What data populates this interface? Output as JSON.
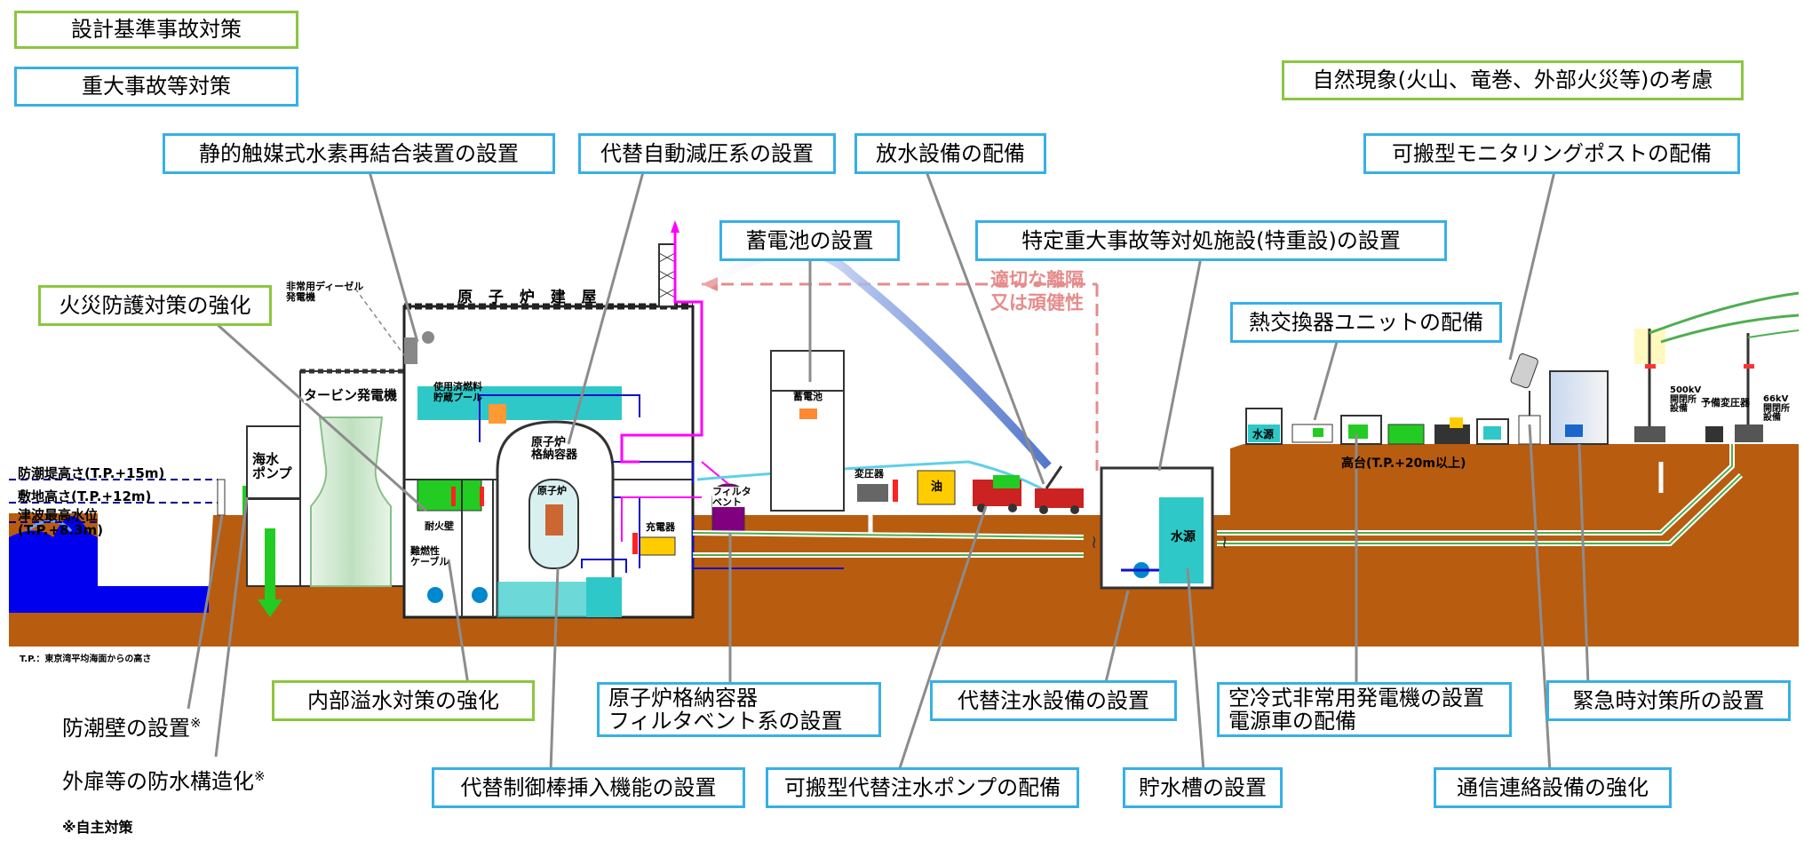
{
  "legend": {
    "design_basis": "設計基準事故対策",
    "severe_accident": "重大事故等対策"
  },
  "natural_phenomena": "自然現象(火山、竜巻、外部火災等)の考慮",
  "callouts": {
    "hydrogen_recombiner": "静的触媒式水素再結合装置の設置",
    "alt_depressurization": "代替自動減圧系の設置",
    "water_discharge": "放水設備の配備",
    "portable_monitoring": "可搬型モニタリングポストの配備",
    "battery": "蓄電池の設置",
    "specific_facility": "特定重大事故等対処施設(特重設)の設置",
    "fire_protection": "火災防護対策の強化",
    "heat_exchanger": "熱交換器ユニットの配備",
    "internal_flood": "内部溢水対策の強化",
    "containment_filter_line1": "原子炉格納容器",
    "containment_filter_line2": "フィルタベント系の設置",
    "alt_water_injection": "代替注水設備の設置",
    "air_cooled_gen_line1": "空冷式非常用発電機の設置",
    "air_cooled_gen_line2": "電源車の配備",
    "emergency_office": "緊急時対策所の設置",
    "alt_control_rod": "代替制御棒挿入機能の設置",
    "portable_pump": "可搬型代替注水ポンプの配備",
    "water_tank": "貯水槽の設置",
    "communication": "通信連絡設備の強化"
  },
  "voluntary": {
    "seawall": "防潮壁の設置",
    "seawall_mark": "※",
    "door_waterproof": "外扉等の防水構造化",
    "door_mark": "※",
    "note": "※自主対策"
  },
  "separation": {
    "line1": "適切な離隔",
    "line2": "又は頑健性"
  },
  "diagram": {
    "reactor_building": "原 子 炉 建 屋",
    "turbine_building": "タービン発電機",
    "seawater_pump_line1": "海水",
    "seawater_pump_line2": "ポンプ",
    "diesel_line1": "非常用ディーゼル",
    "diesel_line2": "発電機",
    "spent_fuel_line1": "使用済燃料",
    "spent_fuel_line2": "貯蔵プール",
    "vessel_line1": "原子炉",
    "vessel_line2": "格納容器",
    "reactor_core": "原子炉",
    "fire_wall": "耐火壁",
    "cable_line1": "難燃性",
    "cable_line2": "ケーブル",
    "filter_vent_line1": "フィルタ",
    "filter_vent_line2": "ベント",
    "battery_room": "蓄電池",
    "charger_small": "充電器",
    "transformer": "変圧器",
    "oil_tank": "油",
    "water_source": "水源",
    "tank_water": "水源",
    "hill": "高台(T.P.+20m以上)",
    "kv500_line1": "500kV",
    "kv500_line2": "開閉所",
    "kv500_line3": "設備",
    "kv66_line1": "66kV",
    "kv66_line2": "開閉所",
    "kv66_line3": "設備",
    "backup_transformer": "予備変圧器",
    "tp_note": "T.P.：東京湾平均海面からの高さ"
  },
  "levels": {
    "seawall_height": "防潮堤高さ(T.P.+15m)",
    "site_height": "敷地高さ(T.P.+12m)",
    "tsunami_height_line1": "津波最高水位",
    "tsunami_height_line2": "(T.P.+8.3m)"
  },
  "colors": {
    "blue_border": "#37b0e6",
    "green_border": "#8cc63f",
    "ground": "#b85c10",
    "sea": "#0000ee",
    "magenta": "#ff00ff",
    "separation": "#e58c8c",
    "pointer": "#8c8c8c"
  }
}
